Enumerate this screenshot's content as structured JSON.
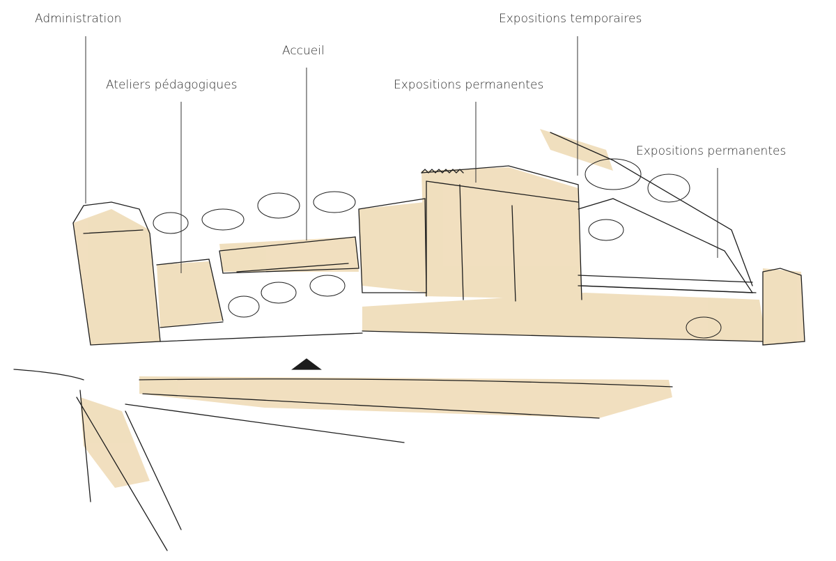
{
  "labels": {
    "administration": "Administration",
    "ateliers": "Ateliers pédagogiques",
    "accueil": "Accueil",
    "expo_permanentes_1": "Expositions permanentes",
    "expo_temporaires": "Expositions temporaires",
    "expo_permanentes_2": "Expositions permanentes"
  },
  "colors": {
    "wash": "#efdcb8",
    "ink": "#1c1c1c",
    "text": "#2b2b2b"
  }
}
